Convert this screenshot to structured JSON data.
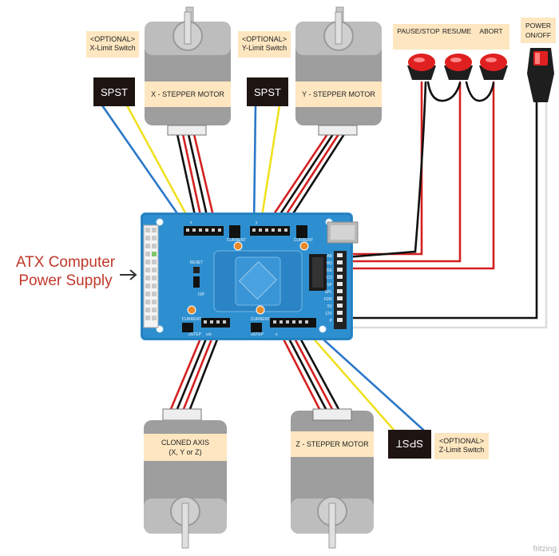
{
  "motors": {
    "x": "X - STEPPER MOTOR",
    "y": "Y - STEPPER MOTOR",
    "cloned_line1": "CLONED AXIS",
    "cloned_line2": "(X, Y or Z)",
    "z": "Z - STEPPER MOTOR"
  },
  "switches": {
    "spst": "SPST",
    "optional": "<OPTIONAL>",
    "x_limit": "X-Limit Switch",
    "y_limit": "Y-Limit Switch",
    "z_limit": "Z-Limit Switch"
  },
  "buttons": {
    "pause_stop": "PAUSE/STOP",
    "resume": "RESUME",
    "abort": "ABORT",
    "power_line1": "POWER",
    "power_line2": "ON/OFF"
  },
  "power_supply": {
    "line1": "ATX Computer",
    "line2": "Power Supply"
  },
  "board": {
    "reset": "RESET",
    "isp": "ISP",
    "current": "CURRENT",
    "ustep": "uSTEP",
    "pins": [
      "x",
      "y",
      "z",
      "cnt"
    ],
    "side_labels": [
      "AB",
      "HD",
      "RE",
      "CO",
      "SP",
      "SPL",
      "FDR",
      "5V",
      "12V",
      "P"
    ]
  },
  "watermark": "fritzing",
  "colors": {
    "board": "#2e8fd0",
    "wire_red": "#d42020",
    "wire_black": "#111111",
    "wire_blue": "#2b78c8",
    "wire_yellow": "#f0e020",
    "button_red": "#e02020"
  }
}
